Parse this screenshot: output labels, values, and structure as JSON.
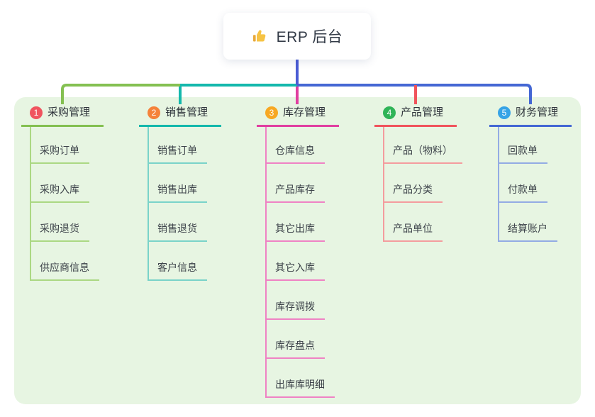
{
  "root": {
    "title": "ERP 后台",
    "icon": "thumbs-up-icon",
    "icon_color": "#f6c344",
    "line_color": "#4a5cd4"
  },
  "panel": {
    "background": "#e7f5e2"
  },
  "branches": [
    {
      "num": "1",
      "label": "采购管理",
      "line_color": "#84c051",
      "child_line_color": "#abd883",
      "badge_color": "#f0545f",
      "children": [
        "采购订单",
        "采购入库",
        "采购退货",
        "供应商信息"
      ]
    },
    {
      "num": "2",
      "label": "销售管理",
      "line_color": "#14b8ac",
      "child_line_color": "#7ad3c9",
      "badge_color": "#f5823a",
      "children": [
        "销售订单",
        "销售出库",
        "销售退货",
        "客户信息"
      ]
    },
    {
      "num": "3",
      "label": "库存管理",
      "line_color": "#e03fa0",
      "child_line_color": "#ef82c4",
      "badge_color": "#f7a823",
      "children": [
        "仓库信息",
        "产品库存",
        "其它出库",
        "其它入库",
        "库存调拨",
        "库存盘点",
        "出库库明细"
      ]
    },
    {
      "num": "4",
      "label": "产品管理",
      "line_color": "#f0545c",
      "child_line_color": "#f49c9e",
      "badge_color": "#2fb457",
      "children": [
        "产品（物料）",
        "产品分类",
        "产品单位"
      ]
    },
    {
      "num": "5",
      "label": "财务管理",
      "line_color": "#4467d4",
      "child_line_color": "#93abe4",
      "badge_color": "#36a3e6",
      "children": [
        "回款单",
        "付款单",
        "结算账户"
      ]
    }
  ]
}
